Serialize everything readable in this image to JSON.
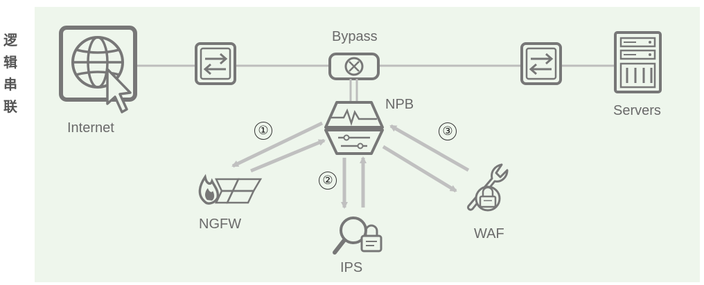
{
  "title_chars": [
    "逻",
    "辑",
    "串",
    "联"
  ],
  "nodes": {
    "internet": "Internet",
    "bypass": "Bypass",
    "npb": "NPB",
    "servers": "Servers",
    "ngfw": "NGFW",
    "ips": "IPS",
    "waf": "WAF"
  },
  "steps": [
    "①",
    "②",
    "③"
  ],
  "colors": {
    "panel": "#eef6ec",
    "icon": "#777777",
    "line": "#bdbdbd",
    "arrow": "#c0c0c0"
  }
}
